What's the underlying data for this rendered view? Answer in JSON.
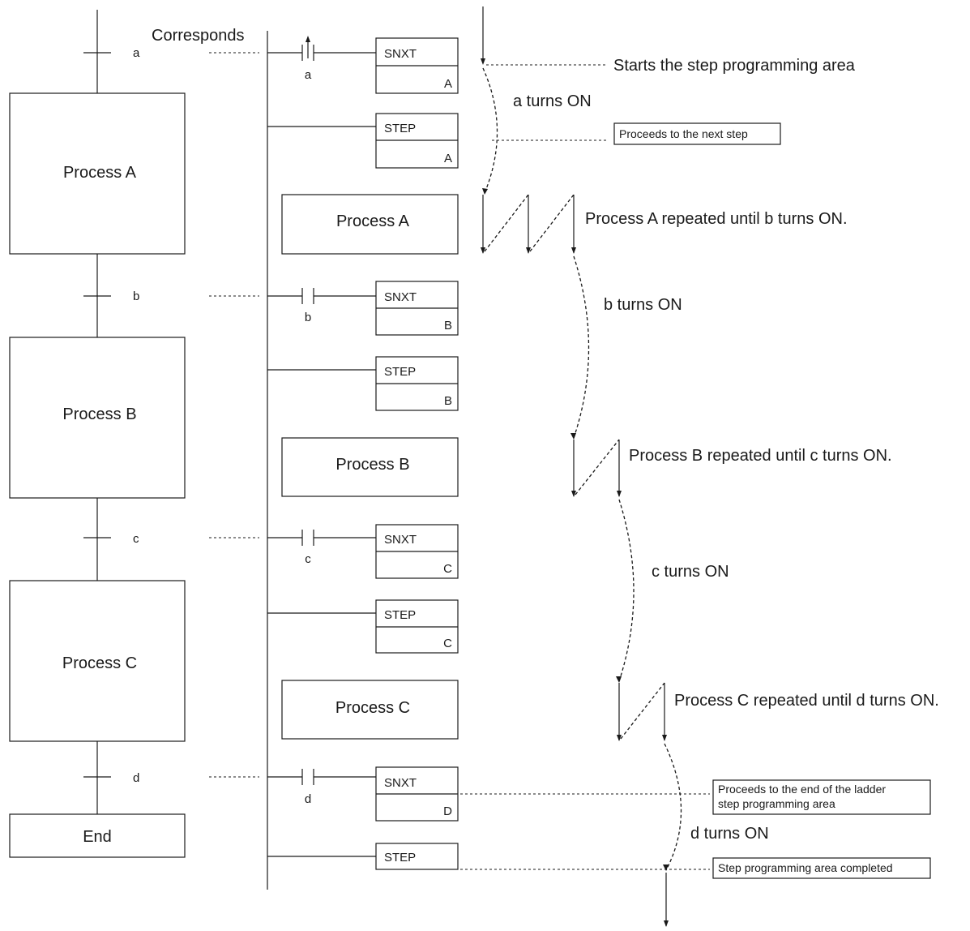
{
  "flowchart": {
    "corresponds_label": "Corresponds",
    "processes": [
      {
        "label": "Process A"
      },
      {
        "label": "Process B"
      },
      {
        "label": "Process C"
      }
    ],
    "end_label": "End",
    "transitions": [
      "a",
      "b",
      "c",
      "d"
    ]
  },
  "ladder": {
    "rungs": [
      {
        "contact": "a",
        "instr": "SNXT",
        "operand": "A"
      },
      {
        "instr": "STEP",
        "operand": "A"
      },
      {
        "process": "Process A"
      },
      {
        "contact": "b",
        "instr": "SNXT",
        "operand": "B"
      },
      {
        "instr": "STEP",
        "operand": "B"
      },
      {
        "process": "Process B"
      },
      {
        "contact": "c",
        "instr": "SNXT",
        "operand": "C"
      },
      {
        "instr": "STEP",
        "operand": "C"
      },
      {
        "process": "Process C"
      },
      {
        "contact": "d",
        "instr": "SNXT",
        "operand": "D"
      },
      {
        "instr": "STEP"
      }
    ]
  },
  "annotations": {
    "start": "Starts the step programming area",
    "a_on": "a turns ON",
    "next_step": "Proceeds to the next step",
    "repeat_a": "Process A repeated until b turns ON.",
    "b_on": "b turns ON",
    "repeat_b": "Process B repeated until c turns ON.",
    "c_on": "c turns ON",
    "repeat_c": "Process C repeated until d turns ON.",
    "end_line1": "Proceeds to the end of the ladder",
    "end_line2": "step programming area",
    "d_on": "d turns ON",
    "completed": "Step programming area completed"
  },
  "colors": {
    "ink": "#1a1a1a",
    "background": "#ffffff"
  }
}
